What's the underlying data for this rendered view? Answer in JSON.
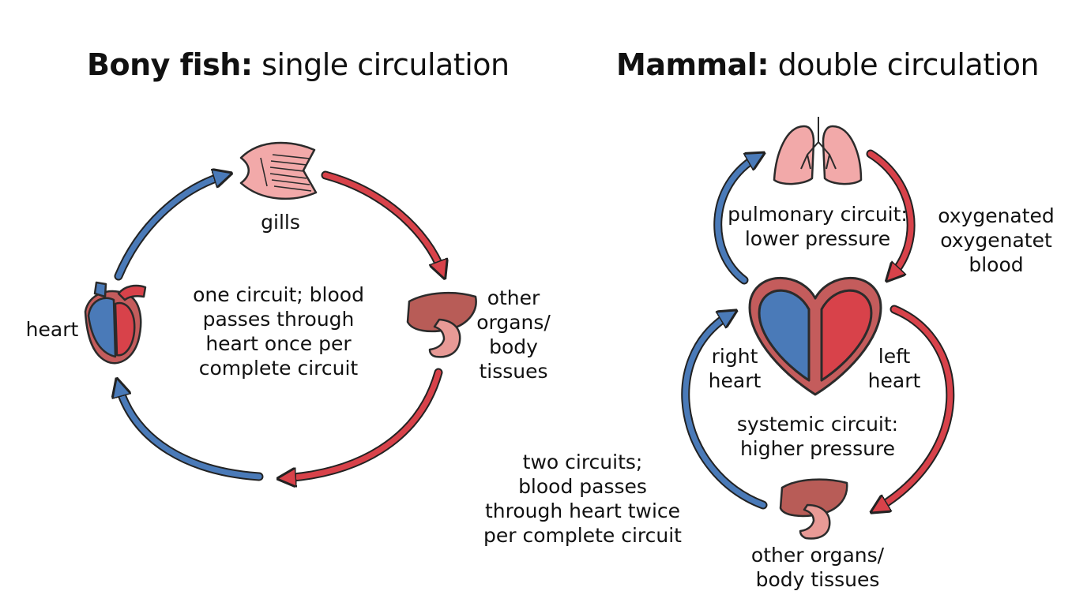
{
  "fish": {
    "title_bold": "Bony fish:",
    "title_rest": "single circulation",
    "gills": "gills",
    "heart": "heart",
    "organs": "other\norgans/\nbody\ntissues",
    "center_note": "one circuit; blood\npasses through\nheart once per\ncomplete circuit"
  },
  "mammal": {
    "title_bold": "Mammal:",
    "title_rest": "double circulation",
    "pulmonary": "pulmonary circuit:\nlower pressure",
    "oxygenated": "oxygenated\noxygenatet\nblood",
    "right_heart": "right\nheart",
    "left_heart": "left\nheart",
    "systemic": "systemic circuit:\nhigher pressure",
    "two_circuits": "two circuits;\nblood passes\nthrough heart twice\nper complete circuit",
    "organs": "other organs/\nbody tissues"
  },
  "colors": {
    "deoxygenated": "#4a7ab8",
    "oxygenated": "#d8424a",
    "outline": "#2b2b2b",
    "organ": "#b85c57",
    "gill": "#f2a9a9"
  }
}
